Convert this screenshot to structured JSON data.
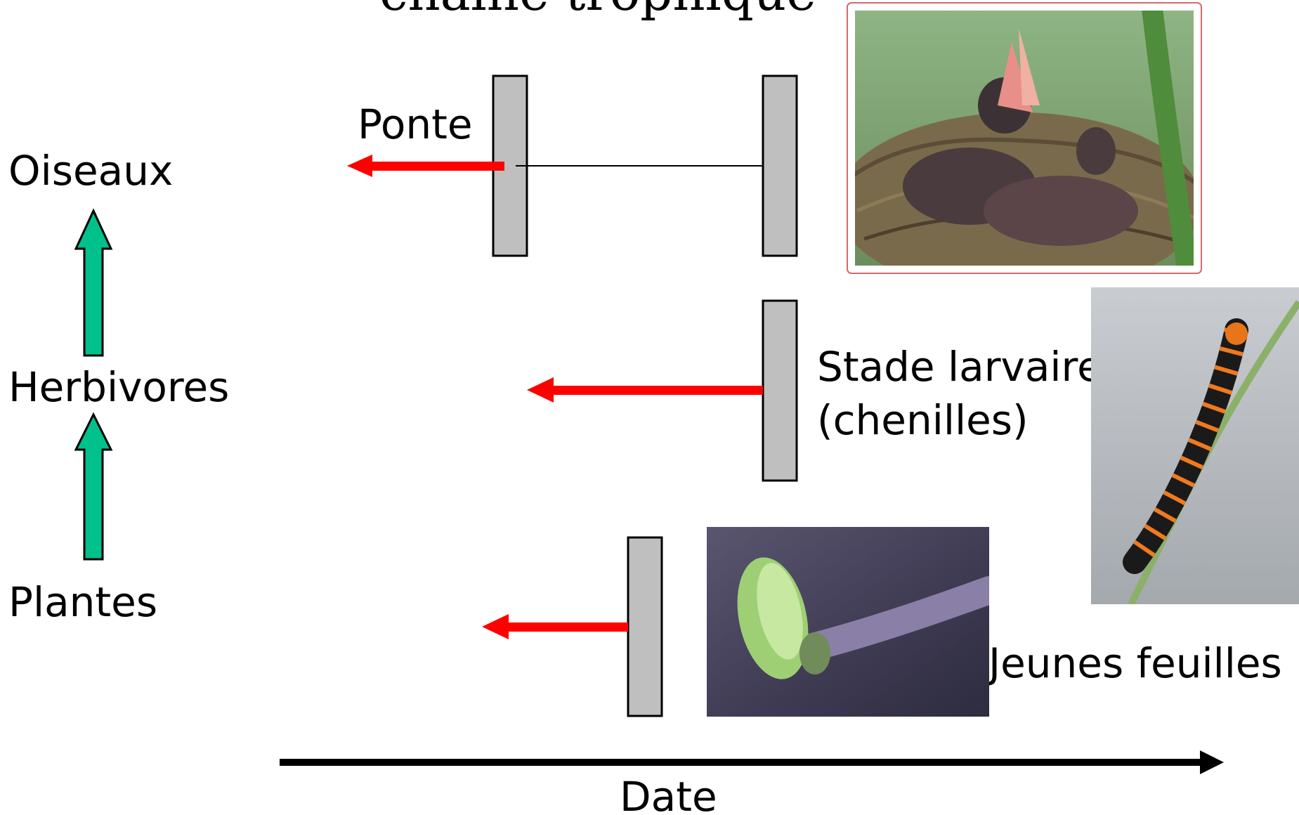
{
  "title": "chaîne trophique",
  "levels": {
    "top": "Oiseaux",
    "middle": "Herbivores",
    "bottom": "Plantes"
  },
  "labels": {
    "ponte": "Ponte",
    "larval_line1": "Stade larvaire",
    "larval_line2": "(chenilles)",
    "leaves": "Jeunes feuilles",
    "date_axis": "Date"
  },
  "colors": {
    "shift_arrow": "#ff0000",
    "trophic_arrow": "#00c08b",
    "period_bar": "#bfbfbf",
    "axis": "#000000"
  },
  "images": {
    "birds": "nestlings-photo",
    "caterpillar": "caterpillar-photo",
    "bud": "leaf-bud-photo"
  }
}
